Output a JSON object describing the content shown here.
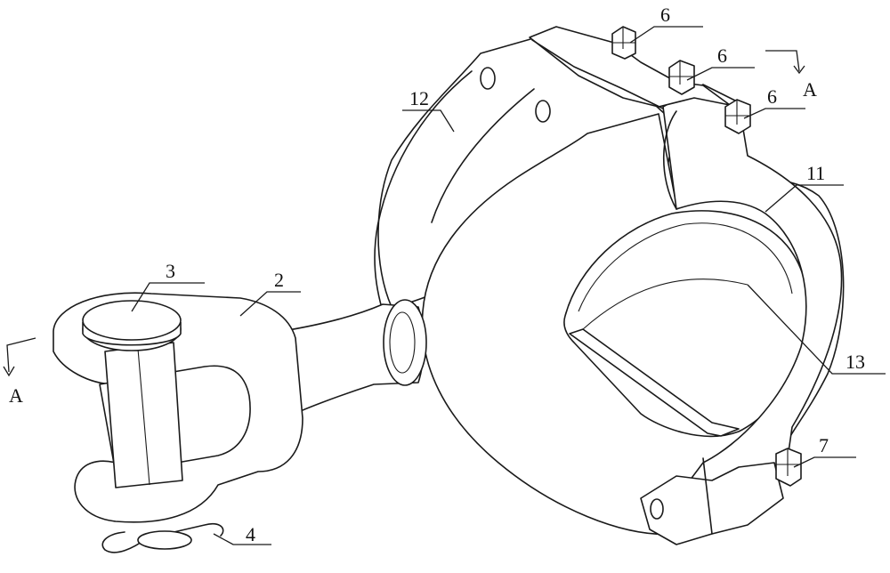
{
  "labels": {
    "bolt_1": "6",
    "bolt_2": "6",
    "bolt_3": "6",
    "bolt_bottom": "7",
    "clamp_right": "11",
    "clamp_left": "12",
    "liner": "13",
    "eye_link": "2",
    "pin": "3",
    "cotter": "4"
  },
  "section": {
    "left": "A",
    "right": "A"
  }
}
